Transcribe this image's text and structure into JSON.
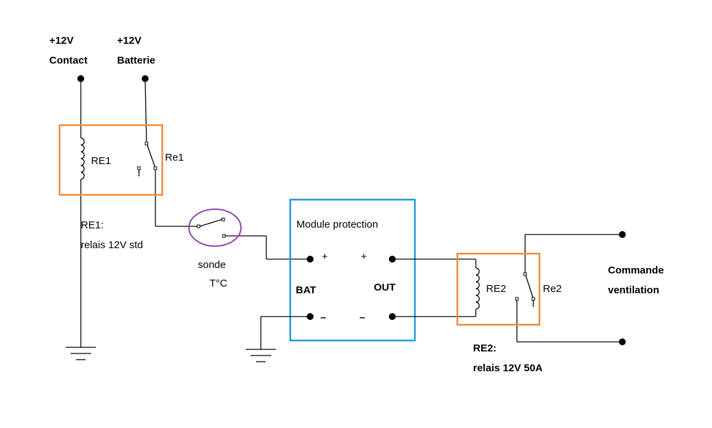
{
  "supplies": {
    "contact": {
      "voltage": "+12V",
      "name": "Contact"
    },
    "battery": {
      "voltage": "+12V",
      "name": "Batterie"
    }
  },
  "relay1": {
    "coil_label": "RE1",
    "contact_label": "Re1",
    "caption_line1": "RE1:",
    "caption_line2": "relais 12V std"
  },
  "probe": {
    "line1": "sonde",
    "line2": "T°C"
  },
  "module": {
    "title": "Module protection",
    "bat_label": "BAT",
    "out_label": "OUT",
    "bat_plus": "+",
    "bat_minus": "–",
    "out_plus": "+",
    "out_minus": "–"
  },
  "relay2": {
    "coil_label": "RE2",
    "contact_label": "Re2",
    "caption_line1": "RE2:",
    "caption_line2": "relais 12V 50A"
  },
  "output": {
    "line1": "Commande",
    "line2": "ventilation"
  },
  "colors": {
    "relay_box": "#f08a3c",
    "module_box": "#1e9ad6",
    "probe_circle": "#8e44ad",
    "wire": "#000000"
  }
}
